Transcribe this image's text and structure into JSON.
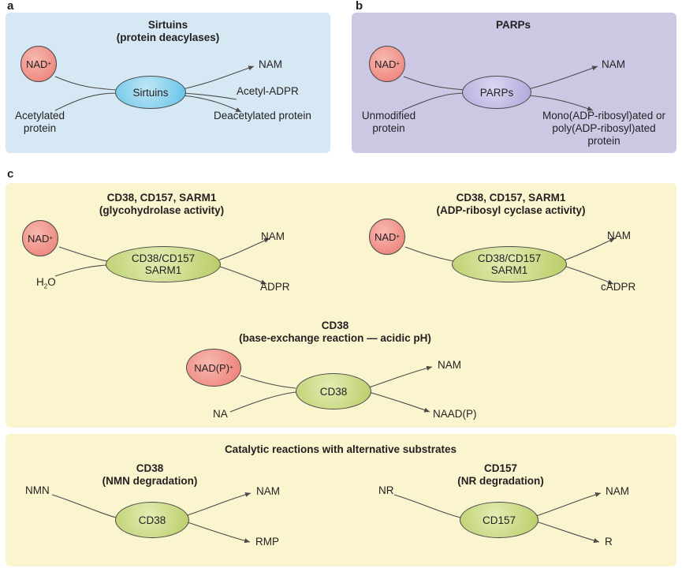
{
  "panel_a": {
    "letter": "a",
    "title_line1": "Sirtuins",
    "title_line2": "(protein deacylases)",
    "nad": "NAD",
    "substrate_line1": "Acetylated",
    "substrate_line2": "protein",
    "enzyme": "Sirtuins",
    "product1": "NAM",
    "product2": "Acetyl-ADPR",
    "product3": "Deacetylated protein"
  },
  "panel_b": {
    "letter": "b",
    "title": "PARPs",
    "nad": "NAD",
    "substrate_line1": "Unmodified",
    "substrate_line2": "protein",
    "enzyme": "PARPs",
    "product1": "NAM",
    "product2_line1": "Mono(ADP-ribosyl)ated or",
    "product2_line2": "poly(ADP-ribosyl)ated",
    "product2_line3": "protein"
  },
  "panel_c": {
    "letter": "c",
    "glyco": {
      "title_line1": "CD38, CD157, SARM1",
      "title_line2": "(glycohydrolase activity)",
      "nad": "NAD",
      "substrate_main": "H",
      "substrate_sub": "2",
      "substrate_end": "O",
      "enzyme_line1": "CD38/CD157",
      "enzyme_line2": "SARM1",
      "product1": "NAM",
      "product2": "ADPR"
    },
    "cyclase": {
      "title_line1": "CD38, CD157, SARM1",
      "title_line2": "(ADP-ribosyl cyclase activity)",
      "nad": "NAD",
      "enzyme_line1": "CD38/CD157",
      "enzyme_line2": "SARM1",
      "product1": "NAM",
      "product2": "cADPR"
    },
    "base_exchange": {
      "title_line1": "CD38",
      "title_line2": "(base-exchange reaction — acidic pH)",
      "nad": "NAD(P)",
      "substrate": "NA",
      "enzyme": "CD38",
      "product1": "NAM",
      "product2": "NAAD(P)"
    }
  },
  "panel_alt": {
    "title": "Catalytic reactions with alternative substrates",
    "nmn": {
      "title_line1": "CD38",
      "title_line2": "(NMN degradation)",
      "substrate": "NMN",
      "enzyme": "CD38",
      "product1": "NAM",
      "product2": "RMP"
    },
    "nr": {
      "title_line1": "CD157",
      "title_line2": "(NR degradation)",
      "substrate": "NR",
      "enzyme": "CD157",
      "product1": "NAM",
      "product2": "R"
    }
  },
  "superscript_plus": "+"
}
